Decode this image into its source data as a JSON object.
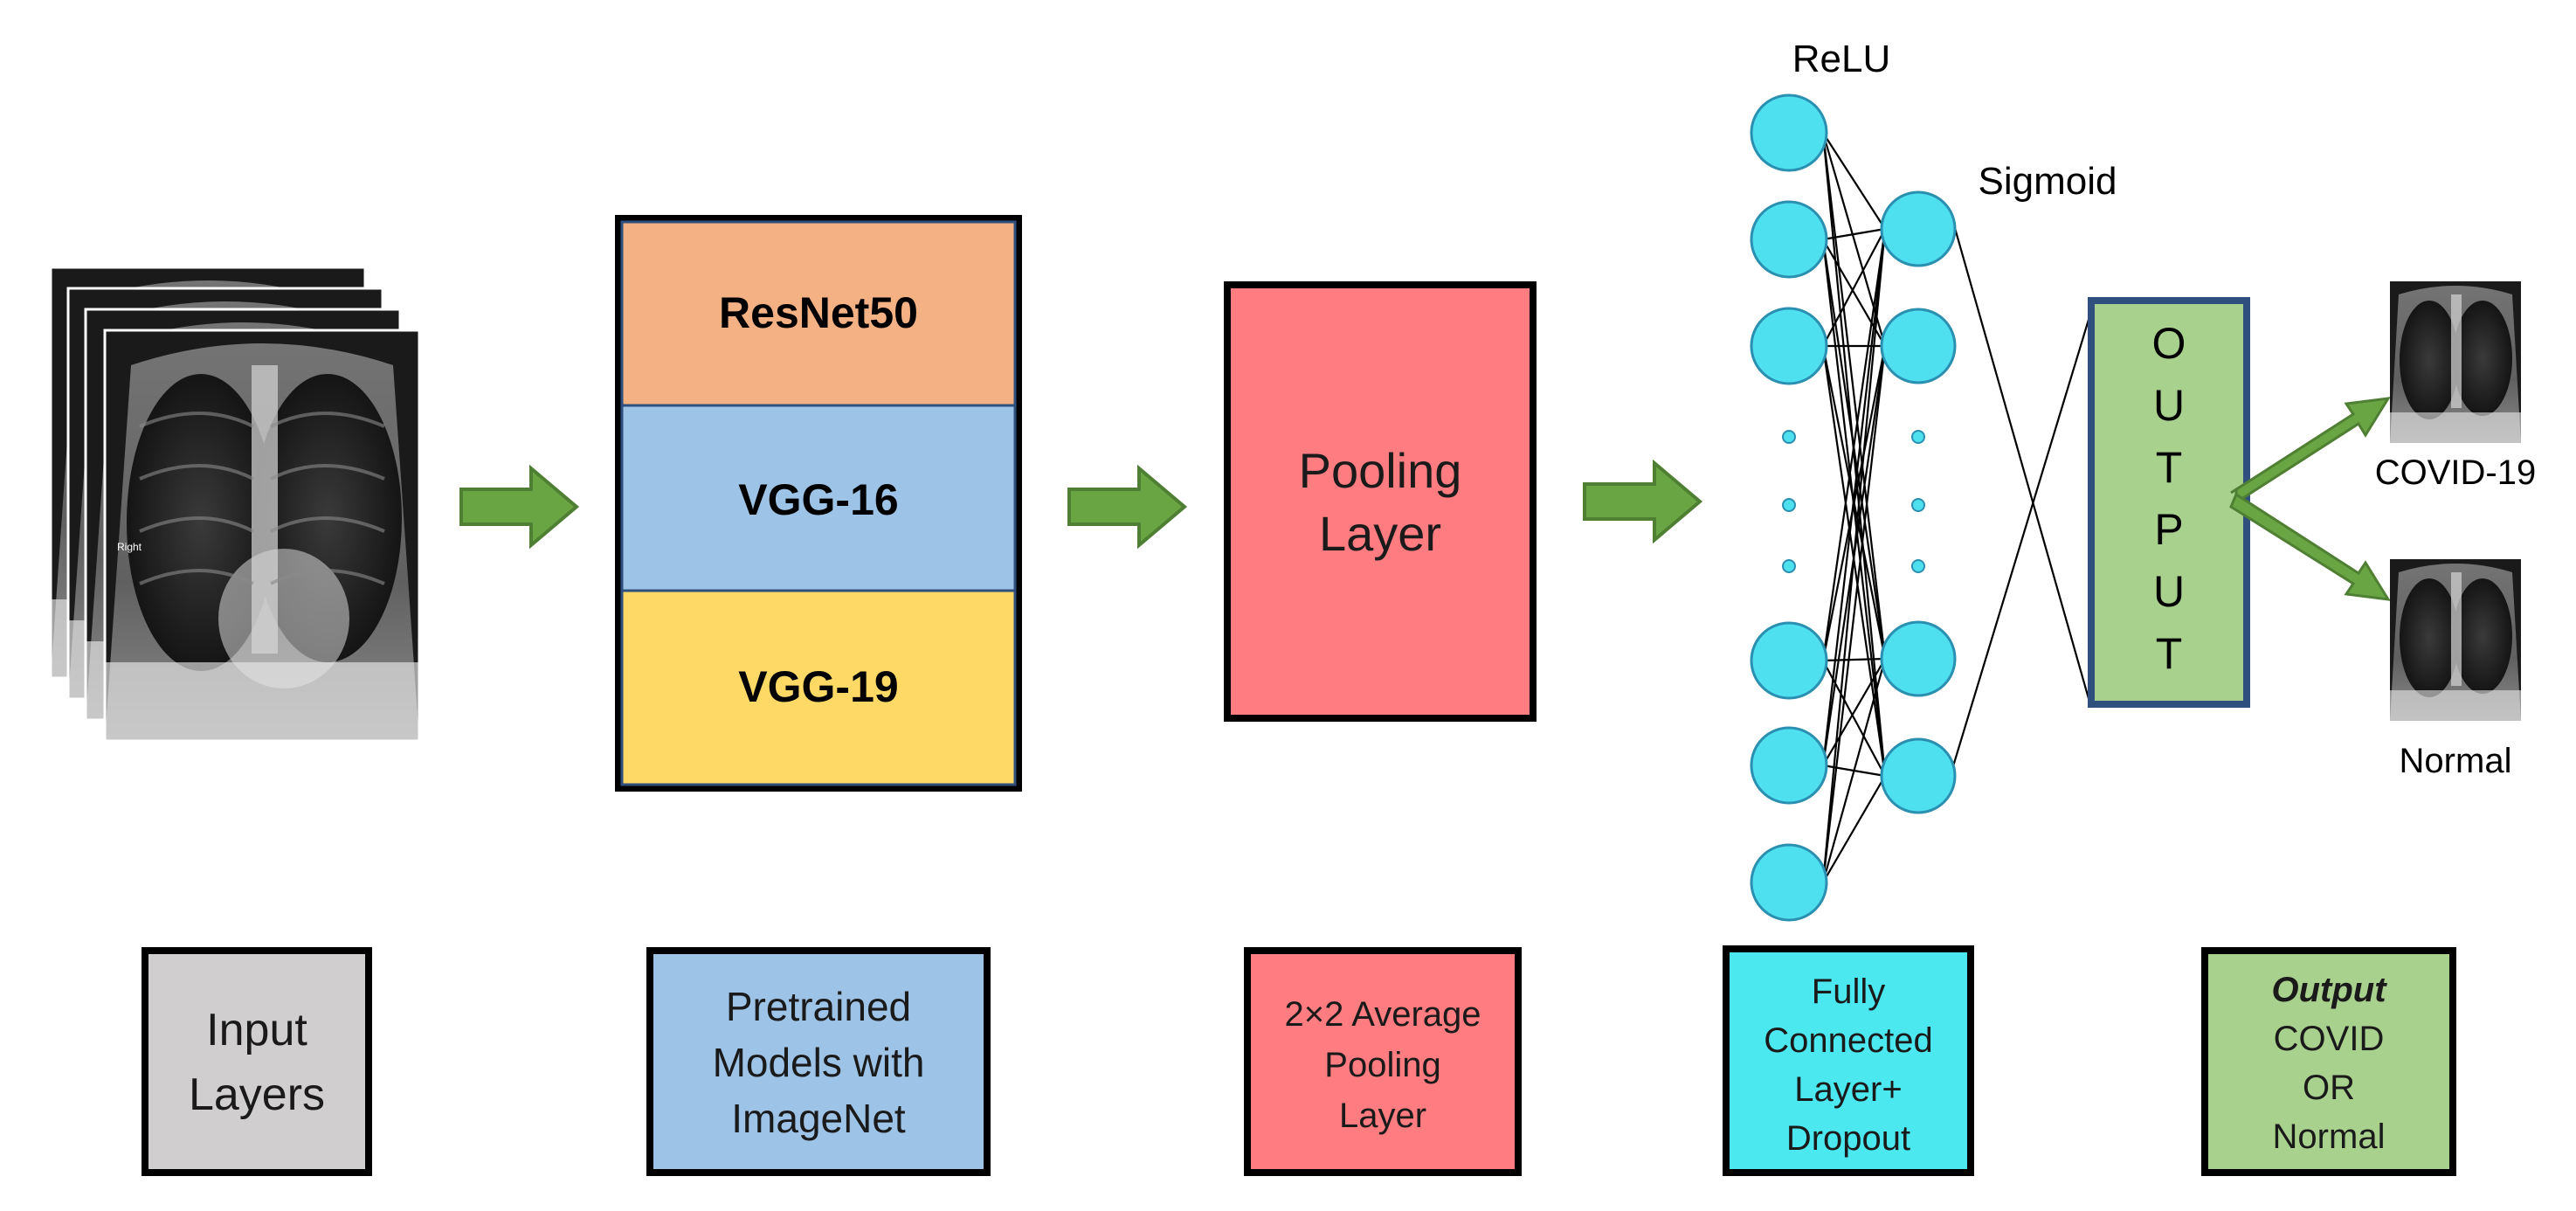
{
  "stage_labels": {
    "input_layers": [
      "Input",
      "Layers"
    ],
    "pretrained": [
      "Pretrained",
      "Models with",
      "ImageNet"
    ],
    "pooling": [
      "2×2 Average",
      "Pooling",
      "Layer"
    ],
    "fully_connected": [
      "Fully",
      "Connected",
      "Layer+",
      "Dropout"
    ],
    "output_emph": "Output",
    "output_rest": [
      "COVID",
      "OR",
      "Normal"
    ]
  },
  "models": [
    "ResNet50",
    "VGG-16",
    "VGG-19"
  ],
  "pooling_block": [
    "Pooling",
    "Layer"
  ],
  "network": {
    "relu_label": "ReLU",
    "sigmoid_label": "Sigmoid"
  },
  "output_block_letters": [
    "O",
    "U",
    "T",
    "P",
    "U",
    "T"
  ],
  "results": {
    "covid_label": "COVID-19",
    "normal_label": "Normal"
  },
  "xray_text": {
    "side_marker": "Right"
  },
  "colors": {
    "arrow_green": "#6aa544",
    "arrow_green_dark": "#4f7f33",
    "resnet_fill": "#f4b183",
    "vgg16_fill": "#9dc3e6",
    "vgg19_fill": "#ffd966",
    "pooling_fill": "#ff7c80",
    "neuron_fill": "#4fe0ef",
    "neuron_stroke": "#2a8fb0",
    "output_fill": "#a9d18e",
    "output_border": "#2f4f7f",
    "input_box_fill": "#d0cece",
    "fc_box_fill": "#4ce8f0"
  }
}
